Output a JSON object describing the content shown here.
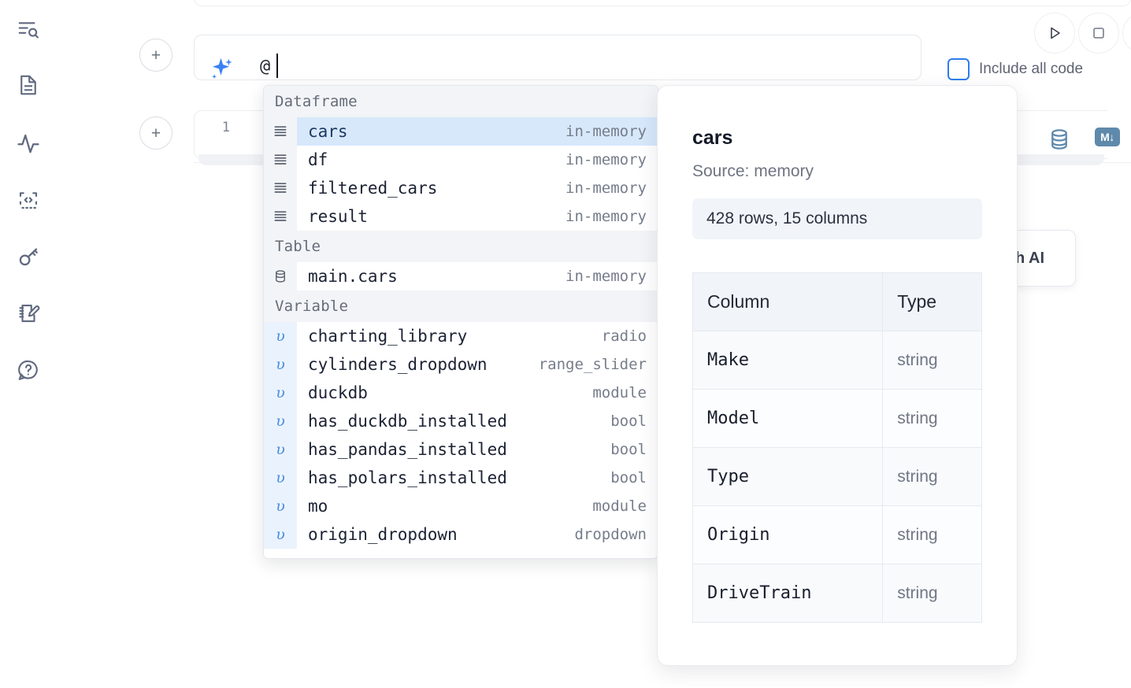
{
  "rail": {
    "items": [
      {
        "name": "explore-outline-icon",
        "label": "Explore"
      },
      {
        "name": "file-text-icon",
        "label": "Notebook file"
      },
      {
        "name": "activity-pulse-icon",
        "label": "Activity"
      },
      {
        "name": "code-brackets-icon",
        "label": "Snippets"
      },
      {
        "name": "key-icon",
        "label": "Secrets"
      },
      {
        "name": "notepad-edit-icon",
        "label": "Scratchpad"
      },
      {
        "name": "help-chat-icon",
        "label": "Help"
      }
    ]
  },
  "toolbar": {
    "run_label": "Run",
    "stop_label": "Stop",
    "include_all_code_label": "Include all code",
    "include_all_code_checked": false,
    "database_icon": "database-icon",
    "markdown_icon": "markdown-icon",
    "markdown_badge_text": "M↓"
  },
  "prompt": {
    "icon": "ai-sparkle-icon",
    "value": "@",
    "add_cell_label": "+"
  },
  "code_cell": {
    "line_number": "1"
  },
  "ai_card": {
    "label": "h AI"
  },
  "autocomplete": {
    "groups": [
      {
        "label": "Dataframe",
        "icon": "dataframe-rows-icon",
        "items": [
          {
            "name": "cars",
            "type": "in-memory",
            "selected": true
          },
          {
            "name": "df",
            "type": "in-memory",
            "selected": false
          },
          {
            "name": "filtered_cars",
            "type": "in-memory",
            "selected": false
          },
          {
            "name": "result",
            "type": "in-memory",
            "selected": false
          }
        ]
      },
      {
        "label": "Table",
        "icon": "database-icon",
        "items": [
          {
            "name": "main.cars",
            "type": "in-memory",
            "selected": false
          }
        ]
      },
      {
        "label": "Variable",
        "icon": "variable-upsilon-icon",
        "items": [
          {
            "name": "charting_library",
            "type": "radio",
            "selected": false
          },
          {
            "name": "cylinders_dropdown",
            "type": "range_slider",
            "selected": false
          },
          {
            "name": "duckdb",
            "type": "module",
            "selected": false
          },
          {
            "name": "has_duckdb_installed",
            "type": "bool",
            "selected": false
          },
          {
            "name": "has_pandas_installed",
            "type": "bool",
            "selected": false
          },
          {
            "name": "has_polars_installed",
            "type": "bool",
            "selected": false
          },
          {
            "name": "mo",
            "type": "module",
            "selected": false
          },
          {
            "name": "origin_dropdown",
            "type": "dropdown",
            "selected": false
          }
        ]
      }
    ]
  },
  "info_panel": {
    "title": "cars",
    "source": "Source: memory",
    "shape": "428 rows, 15 columns",
    "columns_header": "Column",
    "type_header": "Type",
    "rows": [
      {
        "column": "Make",
        "type": "string"
      },
      {
        "column": "Model",
        "type": "string"
      },
      {
        "column": "Type",
        "type": "string"
      },
      {
        "column": "Origin",
        "type": "string"
      },
      {
        "column": "DriveTrain",
        "type": "string"
      }
    ]
  },
  "colors": {
    "accent_blue": "#3b82f6",
    "selection_blue": "#d7e8fb",
    "icon_slate": "#60697f",
    "steel_blue": "#5f89ab"
  }
}
